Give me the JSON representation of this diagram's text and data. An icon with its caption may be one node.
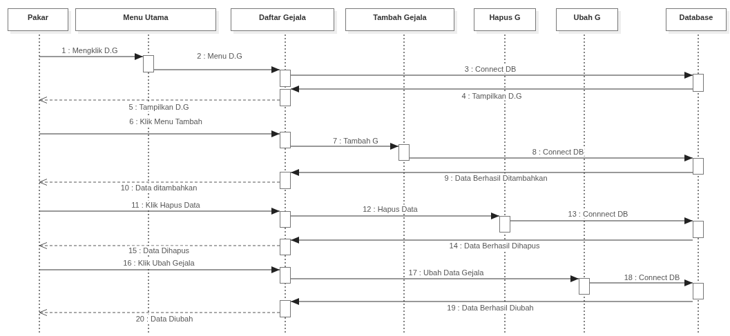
{
  "diagram": {
    "nodes": [
      {
        "text": [
          "Pakar"
        ]
      },
      {
        "text": [
          "Menu Utama"
        ]
      },
      {
        "text": [
          "Daftar Gejala"
        ]
      },
      {
        "text": [
          "Tambah Gejala"
        ]
      },
      {
        "text": [
          "Hapus G"
        ]
      },
      {
        "text": [
          "Ubah G"
        ]
      },
      {
        "text": [
          "Database"
        ]
      },
      {
        "text": [],
        "shape": "bar"
      },
      {
        "text": [],
        "shape": "bar"
      },
      {
        "text": [],
        "shape": "bar"
      },
      {
        "text": [],
        "shape": "bar"
      },
      {
        "text": [],
        "shape": "bar"
      },
      {
        "text": [],
        "shape": "bar"
      },
      {
        "text": [],
        "shape": "bar"
      },
      {
        "text": [],
        "shape": "bar"
      },
      {
        "text": [],
        "shape": "bar"
      },
      {
        "text": [],
        "shape": "bar"
      },
      {
        "text": [],
        "shape": "bar"
      },
      {
        "text": [],
        "shape": "bar"
      },
      {
        "text": [],
        "shape": "bar"
      },
      {
        "text": [],
        "shape": "bar"
      },
      {
        "text": [],
        "shape": "bar"
      },
      {
        "text": [],
        "shape": "bar"
      }
    ],
    "edges": [
      {
        "from": null,
        "to": 7,
        "arrow": "to",
        "label": "1 : Mengklik D.G"
      },
      {
        "from": 7,
        "to": 8,
        "arrow": "to",
        "label": "2 : Menu D.G"
      },
      {
        "from": 8,
        "to": 9,
        "arrow": "to",
        "label": "3 : Connect DB"
      },
      {
        "from": 9,
        "to": 10,
        "arrow": "to",
        "label": "4 : Tampilkan D.G"
      },
      {
        "from": 10,
        "to": null,
        "arrow": "to",
        "label": "5 : Tampilkan D.G",
        "style": "dashed"
      },
      {
        "from": null,
        "to": 11,
        "arrow": "to",
        "label": "6 : Klik Menu Tambah"
      },
      {
        "from": 11,
        "to": 12,
        "arrow": "to",
        "label": "7 : Tambah G"
      },
      {
        "from": 12,
        "to": 13,
        "arrow": "to",
        "label": "8 : Connect DB"
      },
      {
        "from": 13,
        "to": 14,
        "arrow": "to",
        "label": "9 : Data Berhasil Ditambahkan"
      },
      {
        "from": 14,
        "to": null,
        "arrow": "to",
        "label": "10 : Data ditambahkan",
        "style": "dashed"
      },
      {
        "from": null,
        "to": 15,
        "arrow": "to",
        "label": "11 : Klik Hapus Data"
      },
      {
        "from": 15,
        "to": 16,
        "arrow": "to",
        "label": "12 : Hapus Data"
      },
      {
        "from": 16,
        "to": 17,
        "arrow": "to",
        "label": "13 : Connnect DB"
      },
      {
        "from": 17,
        "to": 18,
        "arrow": "to",
        "label": "14 : Data Berhasil Dihapus"
      },
      {
        "from": 18,
        "to": null,
        "arrow": "to",
        "label": "15 : Data Dihapus",
        "style": "dashed"
      },
      {
        "from": null,
        "to": 19,
        "arrow": "to",
        "label": "16 : Klik Ubah Gejala"
      },
      {
        "from": 19,
        "to": 20,
        "arrow": "to",
        "label": "17 : Ubah Data Gejala"
      },
      {
        "from": 20,
        "to": 21,
        "arrow": "to",
        "label": "18 : Connect DB"
      },
      {
        "from": 21,
        "to": 22,
        "arrow": "to",
        "label": "19 : Data Berhasil Diubah"
      },
      {
        "from": 22,
        "to": null,
        "arrow": "to",
        "label": "20 : Data Diubah",
        "style": "dashed"
      }
    ]
  }
}
